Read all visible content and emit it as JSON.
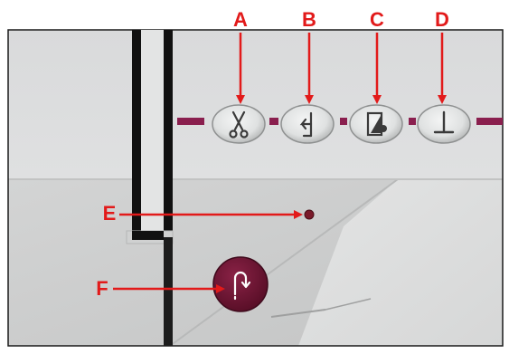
{
  "callouts": {
    "a": "A",
    "b": "B",
    "c": "C",
    "d": "D",
    "e": "E",
    "f": "F"
  },
  "buttons": [
    {
      "icon": "thread-cutter-scissors-icon"
    },
    {
      "icon": "presser-foot-lift-icon"
    },
    {
      "icon": "stitch-mode-icon"
    },
    {
      "icon": "needle-up-down-icon"
    }
  ],
  "colors": {
    "callout_red": "#e21a1a",
    "accent_bar": "#8a1f4e",
    "reverse_button": "#6e1433",
    "indicator_led": "#7a1a2a"
  }
}
